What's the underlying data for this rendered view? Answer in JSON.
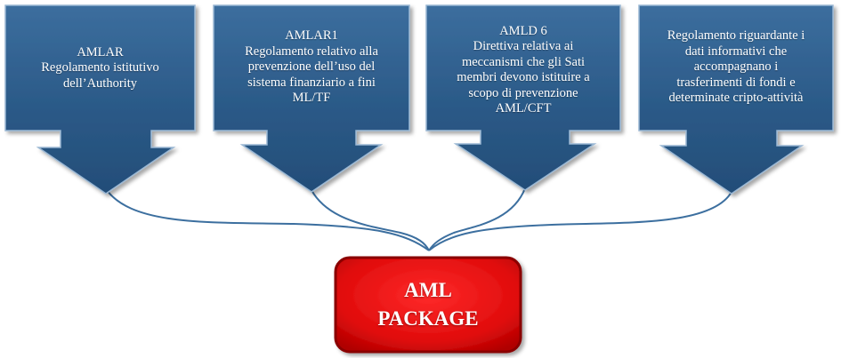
{
  "colors": {
    "callout_fill": "#2f5f8e",
    "callout_border": "#8fb0cf",
    "package_fill": "#e50f0f",
    "package_border": "#8a0000",
    "connector": "#3c6f9f"
  },
  "callouts": [
    {
      "lines": [
        "AMLAR",
        "Regolamento istitutivo",
        "dell’Authority"
      ]
    },
    {
      "lines": [
        "AMLAR1",
        "Regolamento relativo alla",
        "prevenzione  dell’uso del",
        "sistema finanziario a fini",
        "ML/TF"
      ]
    },
    {
      "lines": [
        "AMLD 6",
        "Direttiva relativa ai",
        "meccanismi  che gli Sati",
        "membri devono istituire a",
        "scopo di prevenzione",
        "AML/CFT"
      ]
    },
    {
      "lines": [
        "Regolamento riguardante  i",
        "dati informativi che",
        "accompagnano  i",
        "trasferimenti di fondi e",
        "determinate cripto-attività"
      ]
    }
  ],
  "package": {
    "lines": [
      "AML",
      "PACKAGE"
    ]
  }
}
